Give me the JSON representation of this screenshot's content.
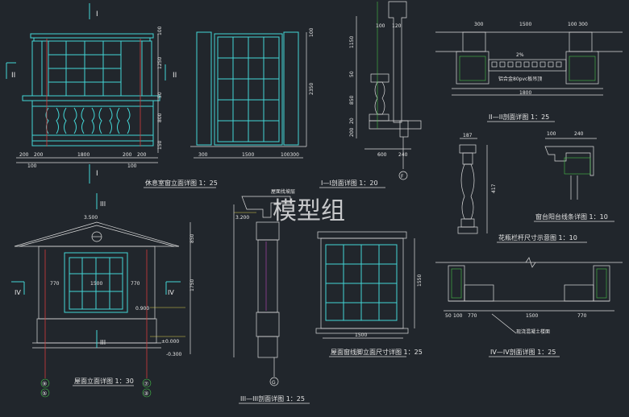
{
  "watermark": "模型组",
  "titles": {
    "t1": "休息室窗立面详图    1：25",
    "t2": "I—I剖面详图  1：20",
    "t3": "II—II剖面详图  1：25",
    "t4": "窗台阳台线条详图  1：10",
    "t5": "花瓶栏杆尺寸示意图  1：10",
    "t6": "屋面立面详图  1：30",
    "t7": "III—III剖面详图  1：25",
    "t8": "屋面窗线脚立面尺寸详图  1：25",
    "t9": "IV—IV剖面详图  1：25"
  },
  "section_marks": {
    "s_I_top": "I",
    "s_I_bot": "I",
    "s_II_left": "II",
    "s_II_right": "II",
    "s_III_top": "III",
    "s_III_bot": "III",
    "s_IV_left": "IV",
    "s_IV_right": "IV"
  },
  "axis_labels": {
    "a9": "⑨",
    "a5": "⑤",
    "a7": "⑦",
    "a3": "③",
    "aF": "F",
    "aG": "G"
  },
  "dims": {
    "d200a": "200",
    "d200b": "200",
    "d1800": "1800",
    "d200c": "200",
    "d200d": "200",
    "d100a": "100",
    "d100b": "100",
    "d1250": "1250",
    "d100v": "100",
    "d50v": "50",
    "d800": "800",
    "d150": "150",
    "d300a": "300",
    "d1500": "1500",
    "d100300": "100300",
    "d2350": "2350",
    "d100v2": "100",
    "e100": "100",
    "e120": "120",
    "e1150": "1150",
    "e50": "50",
    "e850": "850",
    "e20": "20",
    "e200": "200",
    "e600": "600",
    "e240": "240",
    "f300": "300",
    "f1500": "1500",
    "f100300": "100 300",
    "f2pct": "2%",
    "f1800": "1800",
    "fnote": "铝合金80pvc板吊顶",
    "g187": "187",
    "g100": "100",
    "g240": "240",
    "g417": "417",
    "h3500": "3.500",
    "h770a": "770",
    "h1500": "1500",
    "h770b": "770",
    "h0900": "0.900",
    "h0000": "±0.000",
    "h0300": "-0.300",
    "h1750": "1750",
    "h850": "850",
    "i3200": "3.200",
    "iroof": "屋面找坡层",
    "j1500": "1500",
    "j1550": "1550",
    "k50": "50",
    "k100": "100",
    "k770a": "770",
    "k1500": "1500",
    "k770b": "770",
    "knote": "现浇混凝土楼面"
  }
}
